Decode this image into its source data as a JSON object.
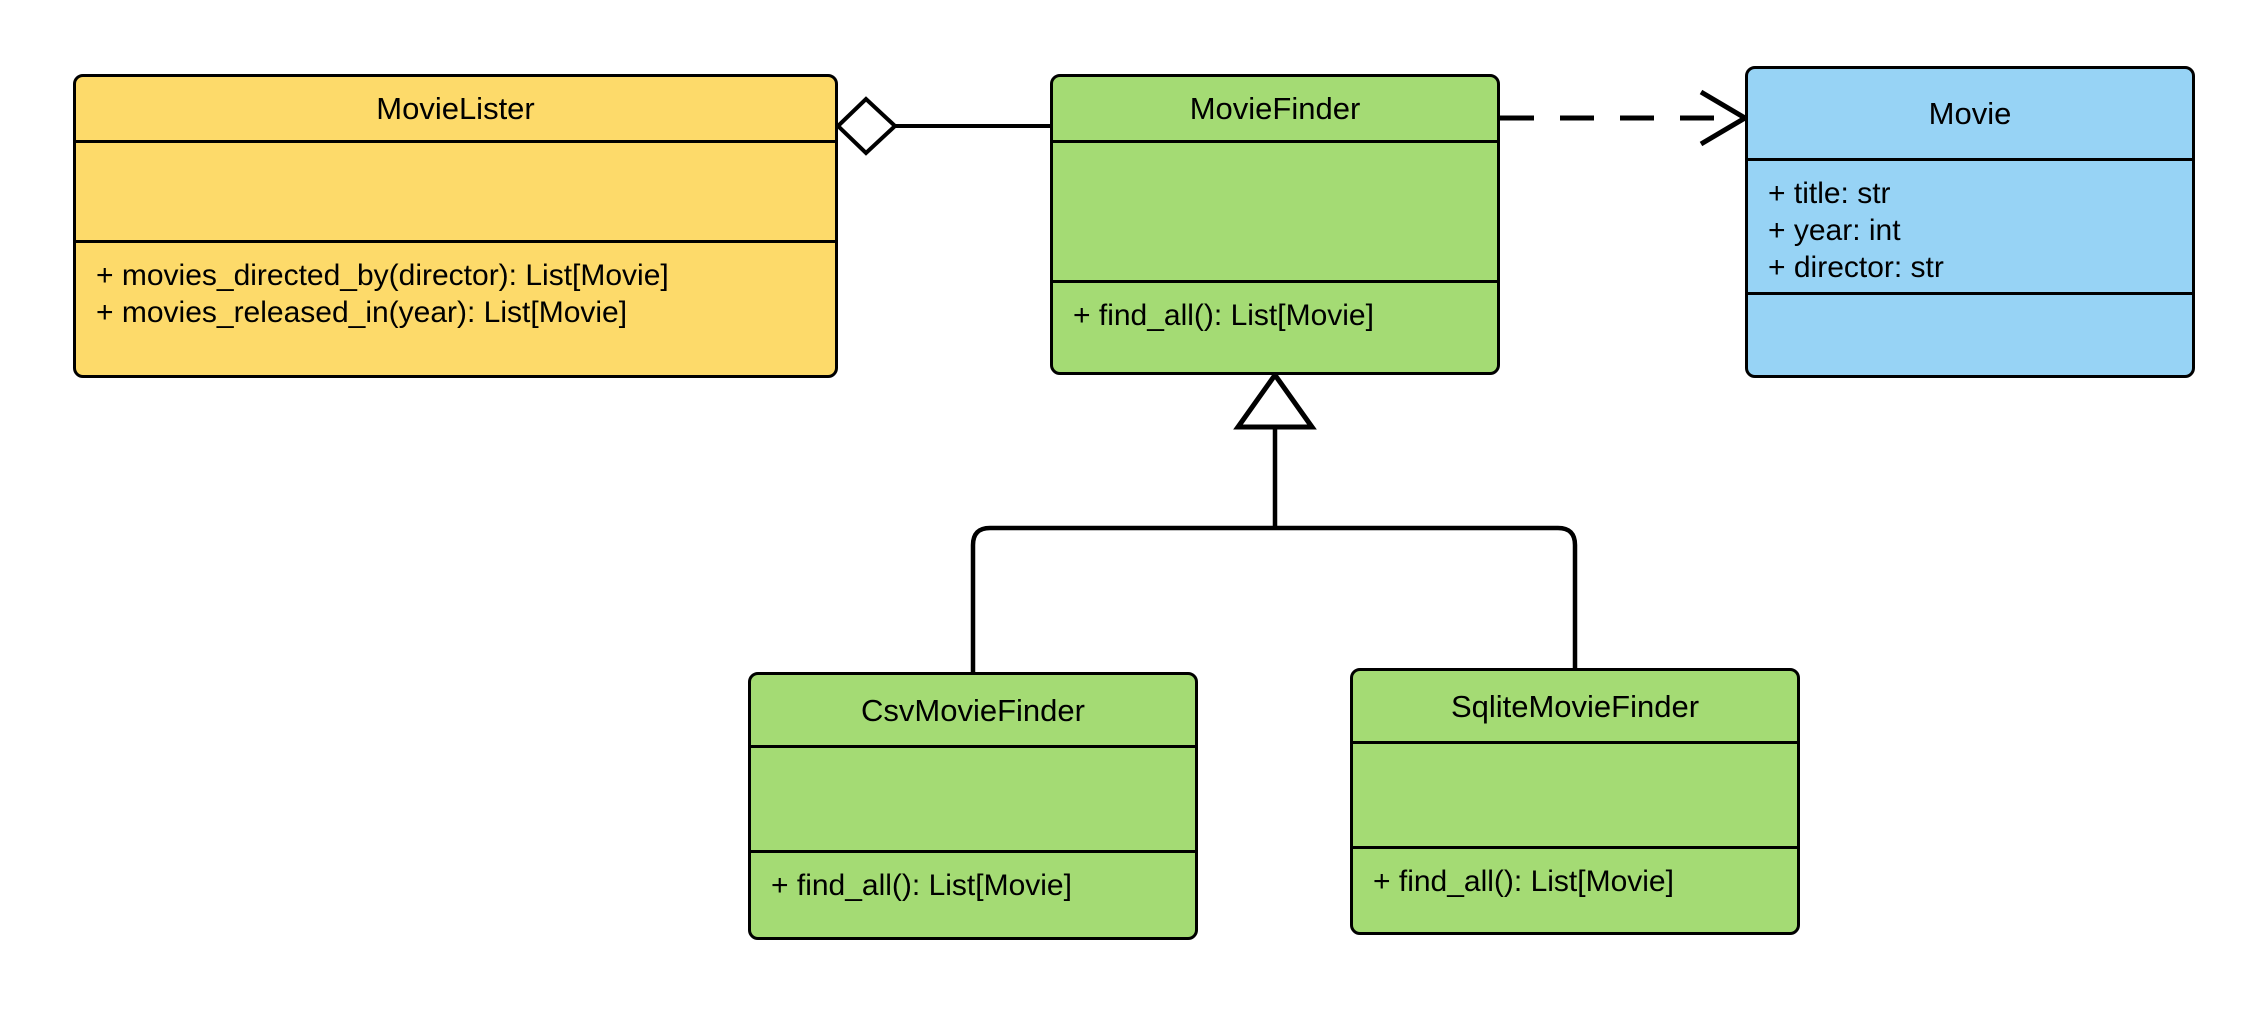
{
  "diagram": {
    "type": "uml-class-diagram",
    "title": "",
    "background": "#ffffff",
    "line_color": "#000000",
    "text_color": "#000000",
    "colors": {
      "yellow": "#fdda6a",
      "green": "#a4db74",
      "blue": "#97d3f5",
      "stroke": "#000000"
    }
  },
  "classes": [
    {
      "id": "movielister",
      "name": "MovieLister",
      "fill": "#fdda6a",
      "attributes": [],
      "methods": [
        "+ movies_directed_by(director): List[Movie]",
        "+ movies_released_in(year): List[Movie]"
      ]
    },
    {
      "id": "moviefinder",
      "name": "MovieFinder",
      "fill": "#a4db74",
      "attributes": [],
      "methods": [
        "+ find_all(): List[Movie]"
      ]
    },
    {
      "id": "movie",
      "name": "Movie",
      "fill": "#97d3f5",
      "attributes": [
        "+ title: str",
        "+ year: int",
        "+ director: str"
      ],
      "methods": []
    },
    {
      "id": "csvmoviefinder",
      "name": "CsvMovieFinder",
      "fill": "#a4db74",
      "attributes": [],
      "methods": [
        "+ find_all(): List[Movie]"
      ]
    },
    {
      "id": "sqlitemoviefinder",
      "name": "SqliteMovieFinder",
      "fill": "#a4db74",
      "attributes": [],
      "methods": [
        "+ find_all(): List[Movie]"
      ]
    }
  ],
  "relationships": [
    {
      "id": "rel-aggregation",
      "kind": "aggregation",
      "from": "MovieLister",
      "to": "MovieFinder",
      "line_style": "solid",
      "source_marker": "hollow-diamond",
      "target_marker": "none",
      "label": ""
    },
    {
      "id": "rel-dependency",
      "kind": "dependency",
      "from": "MovieFinder",
      "to": "Movie",
      "line_style": "dashed",
      "source_marker": "none",
      "target_marker": "open-arrow",
      "label": ""
    },
    {
      "id": "rel-inheritance-csv",
      "kind": "generalization",
      "from": "CsvMovieFinder",
      "to": "MovieFinder",
      "line_style": "solid",
      "source_marker": "none",
      "target_marker": "hollow-triangle",
      "label": ""
    },
    {
      "id": "rel-inheritance-sqlite",
      "kind": "generalization",
      "from": "SqliteMovieFinder",
      "to": "MovieFinder",
      "line_style": "solid",
      "source_marker": "none",
      "target_marker": "hollow-triangle",
      "label": ""
    }
  ]
}
